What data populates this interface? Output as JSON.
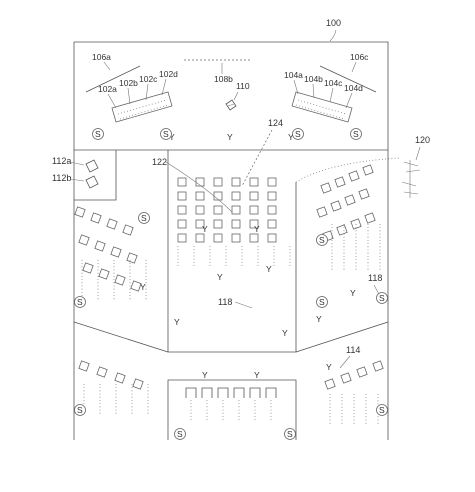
{
  "figure": {
    "reference_labels": {
      "venue": "100",
      "speaker_a": "102a",
      "speaker_b": "102b",
      "speaker_c": "102c",
      "speaker_d": "102d",
      "speaker_group_a": "104a",
      "speaker_group_b": "104b",
      "speaker_group_c": "104c",
      "speaker_group_d": "104d",
      "sound_array_left": "106a",
      "sound_array_center": "108b",
      "sound_array_right": "106c",
      "microphone": "110",
      "side_device_a": "112a",
      "side_device_b": "112b",
      "seating_grid": "122",
      "signal_path": "124",
      "receiver": "120",
      "listener": "118",
      "floor_device": "114"
    },
    "symbols": {
      "speaker_marker": "S",
      "arrow_marker": "Y"
    }
  }
}
